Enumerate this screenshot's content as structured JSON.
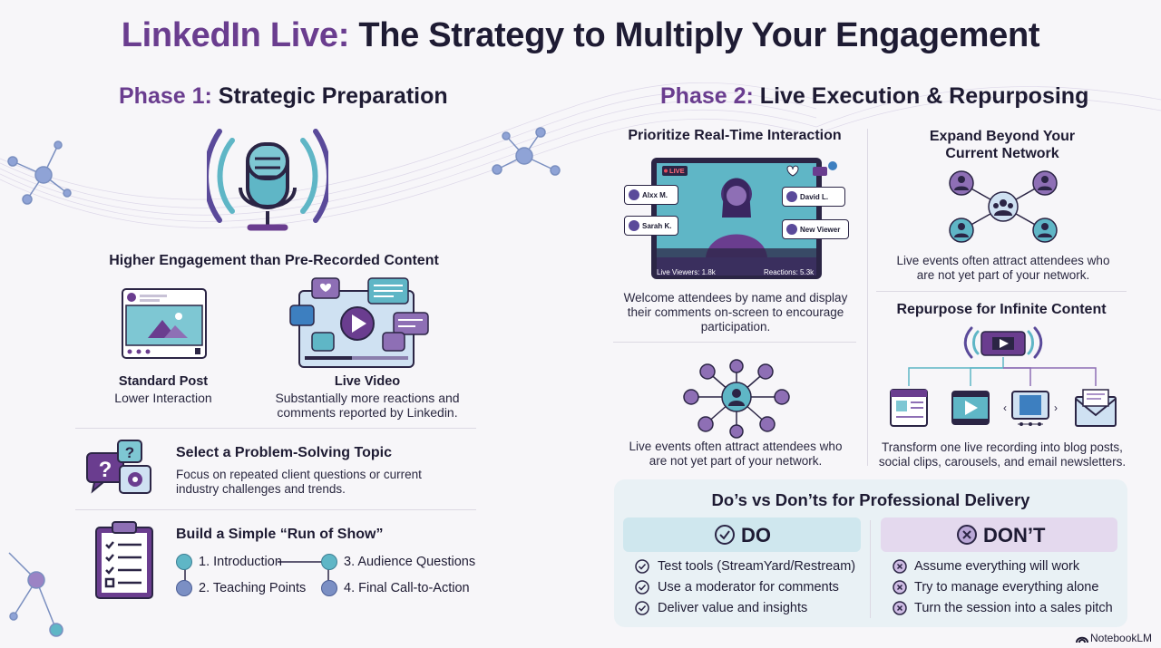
{
  "title": {
    "part1": "LinkedIn Live:",
    "part2": "The Strategy to Multiply Your Engagement"
  },
  "phase1": {
    "label": "Phase 1:",
    "title": "Strategic Preparation",
    "engagement_heading": "Higher Engagement than Pre-Recorded Content",
    "standard_post": {
      "title": "Standard Post",
      "desc": "Lower Interaction"
    },
    "live_video": {
      "title": "Live Video",
      "desc": "Substantially more reactions and comments reported by Linkedin."
    },
    "topic": {
      "title": "Select a Problem-Solving Topic",
      "desc": "Focus on repeated client questions or current industry challenges and trends."
    },
    "run_of_show": {
      "title": "Build a Simple “Run of Show”",
      "steps": [
        "1. Introduction",
        "2. Teaching Points",
        "3. Audience Questions",
        "4. Final Call-to-Action"
      ]
    }
  },
  "phase2": {
    "label": "Phase 2:",
    "title": "Live Execution & Repurposing",
    "interaction": {
      "title": "Prioritize Real-Time Interaction",
      "desc": "Welcome attendees by name and display their comments on-screen to encourage participation.",
      "screen": {
        "live_badge": "LIVE",
        "comments": [
          "Alxx M.",
          "Sarah K.",
          "David L.",
          "New Viewer"
        ],
        "viewers": "Live Viewers: 1.8k",
        "reactions": "Reactions: 5.3k"
      }
    },
    "network_left": {
      "desc": "Live events often attract attendees who are not yet part of your network."
    },
    "expand": {
      "title": "Expand Beyond Your Current Network",
      "desc": "Live events often attract attendees who are not yet part of your network."
    },
    "repurpose": {
      "title": "Repurpose for Infinite Content",
      "desc": "Transform one live recording into blog posts, social clips, carousels, and email newsletters."
    }
  },
  "dos_donts": {
    "title": "Do’s vs Don’ts for Professional Delivery",
    "do_label": "DO",
    "dont_label": "DON’T",
    "do_items": [
      "Test tools (StreamYard/Restream)",
      "Use a moderator for comments",
      "Deliver value and insights"
    ],
    "dont_items": [
      "Assume everything will work",
      "Try to manage everything alone",
      "Turn the session into a sales pitch"
    ]
  },
  "brand": "NotebookLM",
  "colors": {
    "purple": "#6a3d8f",
    "teal": "#5fb6c6",
    "dark": "#1e1b33"
  }
}
